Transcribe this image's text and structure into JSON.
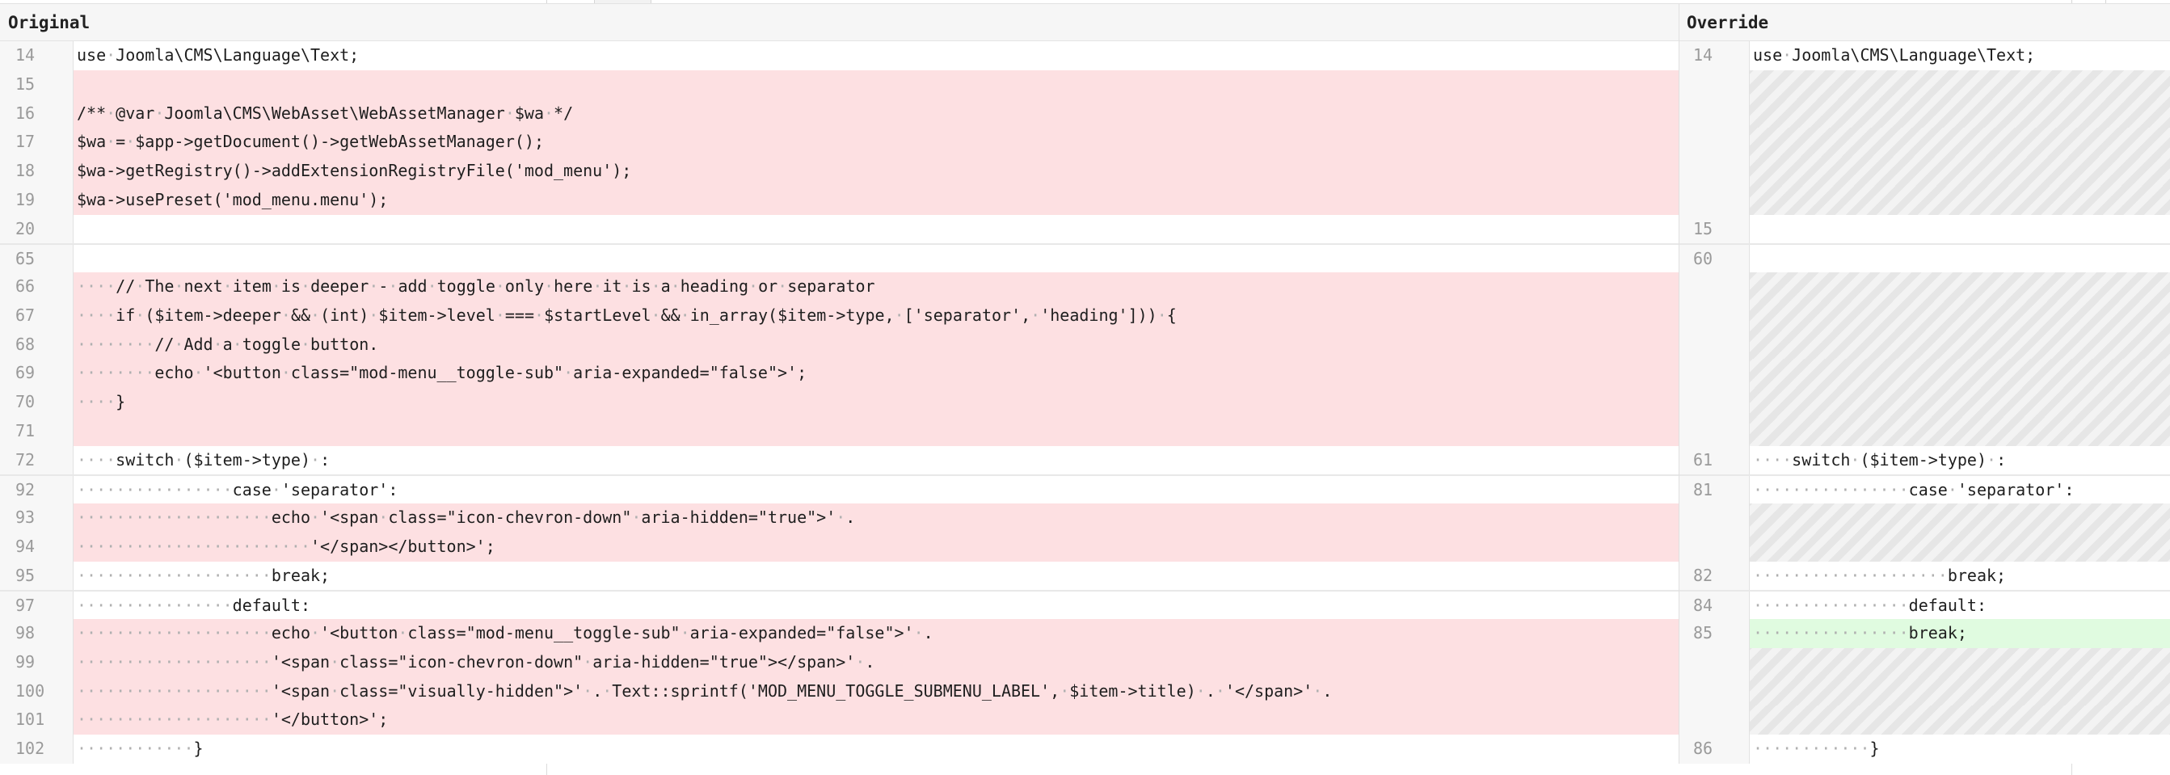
{
  "header": {
    "original_label": "Original",
    "override_label": "Override"
  },
  "colors": {
    "removed_bg": "#fde0e2",
    "added_bg": "#e0fbe0",
    "filler_stripe_light": "#f3f3f3",
    "filler_stripe_dark": "#e6e6e6",
    "gutter_bg": "#f7f7f7",
    "header_bg": "#f6f6f6"
  },
  "rows": [
    {
      "type": "equal",
      "sep": false,
      "left_num": "14",
      "left": "use·Joomla\\CMS\\Language\\Text;",
      "right_type": "equal",
      "right_num": "14",
      "right": "use·Joomla\\CMS\\Language\\Text;"
    },
    {
      "type": "removed",
      "sep": false,
      "left_num": "15",
      "left": "",
      "right_type": "filler",
      "right_num": "",
      "right": ""
    },
    {
      "type": "removed",
      "sep": false,
      "left_num": "16",
      "left": "/**·@var·Joomla\\CMS\\WebAsset\\WebAssetManager·$wa·*/",
      "right_type": "filler",
      "right_num": "",
      "right": ""
    },
    {
      "type": "removed",
      "sep": false,
      "left_num": "17",
      "left": "$wa·=·$app->getDocument()->getWebAssetManager();",
      "right_type": "filler",
      "right_num": "",
      "right": ""
    },
    {
      "type": "removed",
      "sep": false,
      "left_num": "18",
      "left": "$wa->getRegistry()->addExtensionRegistryFile('mod_menu');",
      "right_type": "filler",
      "right_num": "",
      "right": ""
    },
    {
      "type": "removed",
      "sep": false,
      "left_num": "19",
      "left": "$wa->usePreset('mod_menu.menu');",
      "right_type": "filler",
      "right_num": "",
      "right": ""
    },
    {
      "type": "equal",
      "sep": false,
      "left_num": "20",
      "left": "",
      "right_type": "equal",
      "right_num": "15",
      "right": ""
    },
    {
      "type": "equal",
      "sep": true,
      "left_num": "65",
      "left": "",
      "right_type": "equal",
      "right_num": "60",
      "right": ""
    },
    {
      "type": "removed",
      "sep": false,
      "left_num": "66",
      "left": "····//·The·next·item·is·deeper·-·add·toggle·only·here·it·is·a·heading·or·separator",
      "right_type": "filler",
      "right_num": "",
      "right": ""
    },
    {
      "type": "removed",
      "sep": false,
      "left_num": "67",
      "left": "····if·($item->deeper·&&·(int)·$item->level·===·$startLevel·&&·in_array($item->type,·['separator',·'heading']))·{",
      "right_type": "filler",
      "right_num": "",
      "right": ""
    },
    {
      "type": "removed",
      "sep": false,
      "left_num": "68",
      "left": "········//·Add·a·toggle·button.",
      "right_type": "filler",
      "right_num": "",
      "right": ""
    },
    {
      "type": "removed",
      "sep": false,
      "left_num": "69",
      "left": "········echo·'<button·class=\"mod-menu__toggle-sub\"·aria-expanded=\"false\">';",
      "right_type": "filler",
      "right_num": "",
      "right": ""
    },
    {
      "type": "removed",
      "sep": false,
      "left_num": "70",
      "left": "····}",
      "right_type": "filler",
      "right_num": "",
      "right": ""
    },
    {
      "type": "removed",
      "sep": false,
      "left_num": "71",
      "left": "",
      "right_type": "filler",
      "right_num": "",
      "right": ""
    },
    {
      "type": "equal",
      "sep": false,
      "left_num": "72",
      "left": "····switch·($item->type)·:",
      "right_type": "equal",
      "right_num": "61",
      "right": "····switch·($item->type)·:"
    },
    {
      "type": "equal",
      "sep": true,
      "left_num": "92",
      "left": "················case·'separator':",
      "right_type": "equal",
      "right_num": "81",
      "right": "················case·'separator':"
    },
    {
      "type": "removed",
      "sep": false,
      "left_num": "93",
      "left": "····················echo·'<span·class=\"icon-chevron-down\"·aria-hidden=\"true\">'·.",
      "right_type": "filler",
      "right_num": "",
      "right": ""
    },
    {
      "type": "removed",
      "sep": false,
      "left_num": "94",
      "left": "························'</span></button>';",
      "right_type": "filler",
      "right_num": "",
      "right": ""
    },
    {
      "type": "equal",
      "sep": false,
      "left_num": "95",
      "left": "····················break;",
      "right_type": "equal",
      "right_num": "82",
      "right": "····················break;"
    },
    {
      "type": "equal",
      "sep": true,
      "left_num": "97",
      "left": "················default:",
      "right_type": "equal",
      "right_num": "84",
      "right": "················default:"
    },
    {
      "type": "removed",
      "sep": false,
      "left_num": "98",
      "left": "····················echo·'<button·class=\"mod-menu__toggle-sub\"·aria-expanded=\"false\">'·.",
      "right_type": "added",
      "right_num": "85",
      "right": "················break;"
    },
    {
      "type": "removed",
      "sep": false,
      "left_num": "99",
      "left": "····················'<span·class=\"icon-chevron-down\"·aria-hidden=\"true\"></span>'·.",
      "right_type": "filler",
      "right_num": "",
      "right": ""
    },
    {
      "type": "removed",
      "sep": false,
      "left_num": "100",
      "left": "····················'<span·class=\"visually-hidden\">'·.·Text::sprintf('MOD_MENU_TOGGLE_SUBMENU_LABEL',·$item->title)·.·'</span>'·.",
      "right_type": "filler",
      "right_num": "",
      "right": ""
    },
    {
      "type": "removed",
      "sep": false,
      "left_num": "101",
      "left": "····················'</button>';",
      "right_type": "filler",
      "right_num": "",
      "right": ""
    },
    {
      "type": "equal",
      "sep": false,
      "left_num": "102",
      "left": "············}",
      "right_type": "equal",
      "right_num": "86",
      "right": "············}"
    }
  ]
}
